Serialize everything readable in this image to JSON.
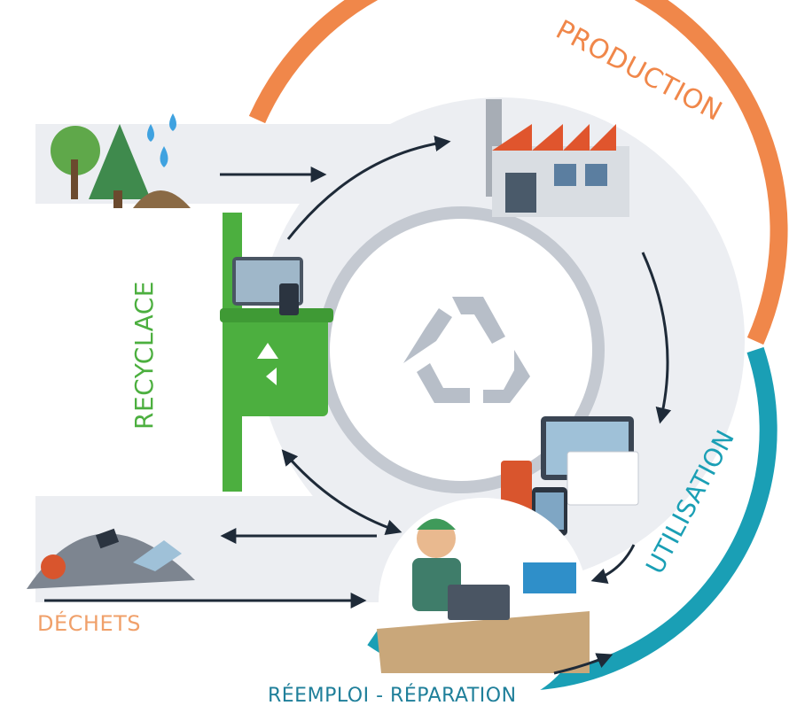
{
  "labels": {
    "production": "PRODUCTION",
    "utilisation": "UTILISATION",
    "recyclage": "RECYCLACE",
    "dechets": "DÉCHETS",
    "reemploi": "RÉEMPLOI - RÉPARATION"
  },
  "colors": {
    "production": "#f0874a",
    "utilisation": "#1a9fb5",
    "recyclage": "#4caf3f",
    "dechets": "#f0a06a",
    "reemploi": "#1f7f9a",
    "track": "#e6e9ee",
    "arrow": "#1e2a38"
  },
  "icons": [
    "tree-icon",
    "water-drop-icon",
    "factory-icon",
    "recycle-symbol-icon",
    "recycle-bin-icon",
    "devices-icon",
    "repair-technician-icon",
    "waste-pile-icon"
  ]
}
